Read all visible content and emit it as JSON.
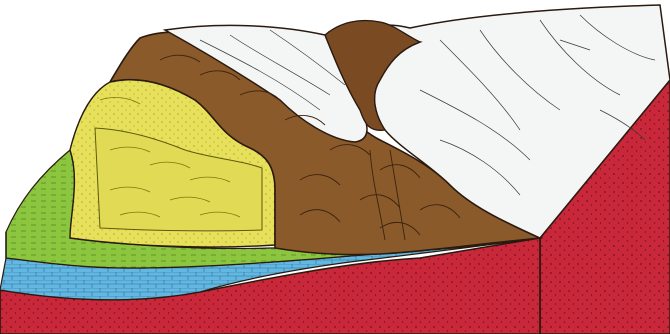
{
  "diagram": {
    "kind": "geological block diagram",
    "labels": [],
    "colors": {
      "background": "#ffffff",
      "basement_red": "#c8283a",
      "basement_dots": "#7a1020",
      "blue_limestone": "#63b7e3",
      "green_shale": "#8cc63f",
      "yellow_sandstone": "#e6e05a",
      "yellow_dark": "#c9c24a",
      "brown_rock": "#8b5a2b",
      "brown_dark": "#5a3514",
      "ice_white": "#f4f6f6",
      "ice_shadow": "#d8e2e6",
      "outline": "#2a1a10"
    },
    "layers": [
      {
        "name": "basement",
        "color_key": "basement_red"
      },
      {
        "name": "limestone",
        "color_key": "blue_limestone"
      },
      {
        "name": "shale",
        "color_key": "green_shale"
      },
      {
        "name": "sandstone",
        "color_key": "yellow_sandstone"
      },
      {
        "name": "rock",
        "color_key": "brown_rock"
      },
      {
        "name": "ice-sheet",
        "color_key": "ice_white"
      }
    ]
  }
}
